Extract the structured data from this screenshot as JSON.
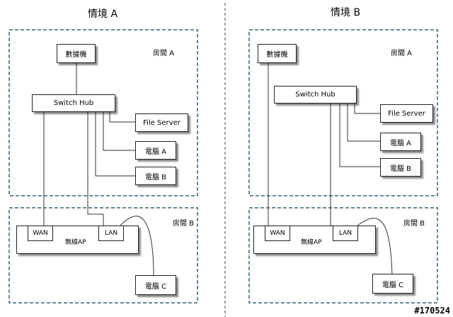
{
  "scenario_a": {
    "title": "情境 A",
    "room_a": "房間 A",
    "room_b": "房間 B",
    "modem": "數據機",
    "switch": "Switch Hub",
    "file_server": "File Server",
    "pc_a": "電腦 A",
    "pc_b": "電腦 B",
    "pc_c": "電腦 C",
    "ap": "無線AP",
    "wan": "WAN",
    "lan": "LAN"
  },
  "scenario_b": {
    "title": "情境 B",
    "room_a": "房間 A",
    "room_b": "房間 B",
    "modem": "數據機",
    "switch": "Switch Hub",
    "file_server": "File Server",
    "pc_a": "電腦 A",
    "pc_b": "電腦 B",
    "pc_c": "電腦 C",
    "ap": "無線AP",
    "wan": "WAN",
    "lan": "LAN"
  },
  "watermark": "#170524",
  "colors": {
    "room_border": "#3a6173",
    "line": "#333333",
    "box_border": "#222222"
  }
}
